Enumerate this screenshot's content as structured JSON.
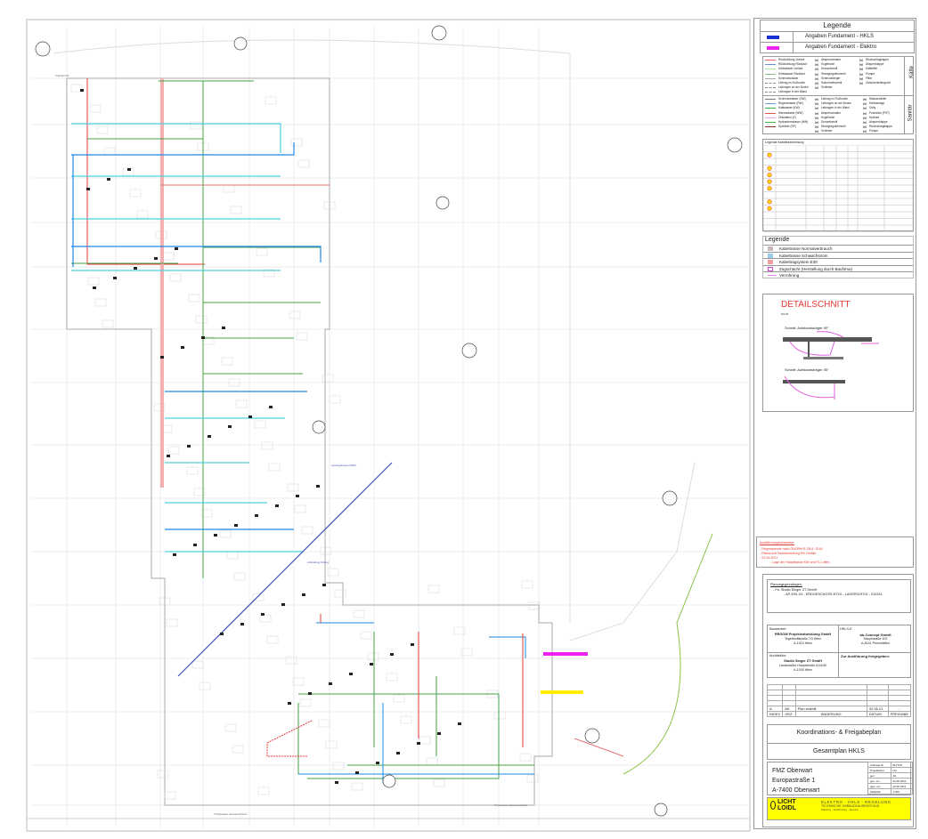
{
  "plan": {
    "note_top_left": "Vorplatz R1",
    "note_center_1": "Leitungstrasse HVAC",
    "note_center_2": "Anbindung Strang",
    "note_bottom_1": "Trinkwasser Hausanschluss",
    "note_bottom_2": "Trinkwasser Hausanschluss"
  },
  "legend_foundation": {
    "title": "Legende",
    "items": [
      {
        "label": "Angaben Fundament - HKLS",
        "color": "#1a2fd6"
      },
      {
        "label": "Angaben Fundament - Elektro",
        "color": "#ee22ee"
      }
    ]
  },
  "legend_symbols": {
    "kaelte": {
      "title": "Kälte",
      "lines": [
        "Rückkühlung Vorlauf",
        "Rückkühlung Rücklauf",
        "Kühlwasser Vorlauf",
        "Kühlwasser Rücklauf",
        "Schmutzwasser",
        "Leitung im Fußboden",
        "Leitungen an der Decke",
        "Leitungen in der Wand"
      ],
      "line_colors": [
        "#f06060",
        "#6a8fd0",
        "#a8e8a8",
        "#80c080",
        "#aaaaaa",
        "#888888",
        "#888888",
        "#888888"
      ],
      "fittings": [
        "Absperrarmatur",
        "Kugelhahn",
        "Drosselventil",
        "Strangregulierventil",
        "Schmutzfänger",
        "Sicherheitsventil",
        "Schieber"
      ],
      "devices": [
        "Rückschlagklappe",
        "Absperrklappe",
        "Kältefilter",
        "Pumpe",
        "Filter",
        "Zwischenleitergerät"
      ]
    },
    "sanitaer": {
      "title": "Sanitär",
      "lines": [
        "Schmutzwasser (SW)",
        "Regenwasser (RW)",
        "Kaltwasser (KW)",
        "Warmwasser (WW)",
        "Zirkulation (Z)",
        "Hydrantenwasser (HW)",
        "Sprinkler (SP)"
      ],
      "line_colors": [
        "#777777",
        "#5aa0e0",
        "#3cb34a",
        "#e05050",
        "#f0a0f0",
        "#40c040",
        "#7a3030"
      ],
      "fittings": [
        "Leitung im Fußboden",
        "Leitungen an der Decke",
        "Leitungen in der Wand",
        "Absperrarmatur",
        "Kugelhahn",
        "Drosselventil",
        "Strangregulierventil",
        "Schieber"
      ],
      "devices": [
        "Wasserzähler",
        "Hebeanlage",
        "Gully",
        "Putzstück (PST)",
        "Hydrant",
        "Absperrklappe",
        "Rückschlagklappe",
        "Pumpe"
      ]
    }
  },
  "cable_table": {
    "title": "Legende Kabelbezeichnung"
  },
  "legend_cable": {
    "title": "Legende",
    "items": [
      {
        "label": "Kabeltrasse Normalverbrauch",
        "color": "#c8b8b8"
      },
      {
        "label": "Kabeltrasse Schwachstrom",
        "color": "#9ccbe8"
      },
      {
        "label": "Kabeltragsystem E30",
        "color": "#f0a0a0"
      },
      {
        "label": "Zugschacht (Herstellung durch Baufirma)",
        "color": "#d040d0"
      },
      {
        "label": "Verrohrung",
        "color": "#e080e0"
      }
    ]
  },
  "detail": {
    "title": "DETAILSCHNITT",
    "scale": "M1:20",
    "section1": "Schnitt: Aufstandsträger 90°",
    "section2": "Schnitt: Aufstandsträger 45°"
  },
  "notes": {
    "title": "Ausführungshinweise:",
    "lines": [
      "- Regenspende nach ÖNORM B 2501: 2016",
      "- Planla und Notrüberleitung 6% Gefälle",
      "- 22.04.2021"
    ],
    "sub": "- Lage der Haupttrasse KW und FLL offen"
  },
  "title_block": {
    "basis_title": "Planungsgrundlagen:",
    "basis_1": "- Fa. Studio Singer ZT GmbH",
    "basis_2": "- AP-E00-XX - ERDGESCHOSS BTXX - LAGERICHTIG - 210331",
    "bauherr_label": "Bauwerber:",
    "bauherr_name": "RRGOW Projektentwicklung GmbH",
    "bauherr_addr1": "Tegetthoffstraße 7/3 Wien",
    "bauherr_addr2": "A-1010 Wien",
    "hkls_label": "HKLS-E",
    "hkls_name": "ab-Concept GmbH",
    "hkls_addr1": "Hauptstraße 102",
    "hkls_addr2": "A-8141 Premstätten",
    "arch_label": "Architektur:",
    "arch_name": "Studio Singer ZT GmbH",
    "arch_addr1": "Landstraßer Hauptstraße 61/4/30",
    "arch_addr2": "A-1030 Wien",
    "release_label": "Zur Ausführung freigegeben:",
    "revision": {
      "index": "A",
      "gez": "AK",
      "change": "Plan erstellt",
      "date": "02.06.21",
      "release": "-"
    },
    "rev_headers": [
      "INDEX",
      "GEZ.",
      "ÄNDERUNG",
      "DATUM",
      "FREIGABE"
    ],
    "plan_type": "Koordinations- & Freigabeplan",
    "plan_name": "Gesamtplan HKLS",
    "project": "FMZ Oberwart",
    "street": "Europastraße 1",
    "city": "A-7400 Oberwart",
    "meta": [
      {
        "k": "Auftrags Nr.",
        "v": "BH 518"
      },
      {
        "k": "Projektleiter",
        "v": "DH"
      },
      {
        "k": "gez.",
        "v": "AK"
      },
      {
        "k": "gez. am",
        "v": "02.06.2021"
      },
      {
        "k": "gepr. am",
        "v": "02.06.2021"
      },
      {
        "k": "Maßstab",
        "v": "1:200"
      }
    ],
    "logo_top": "LICHT",
    "logo_bottom": "LOIDL",
    "company_line1": "ELEKTRO - HKLS - REGELUNG",
    "company_line2": "TECHNISCHE GEBÄUDEAUSRÜSTUNG",
    "company_line3": "Planung · Ausführung · Service"
  }
}
